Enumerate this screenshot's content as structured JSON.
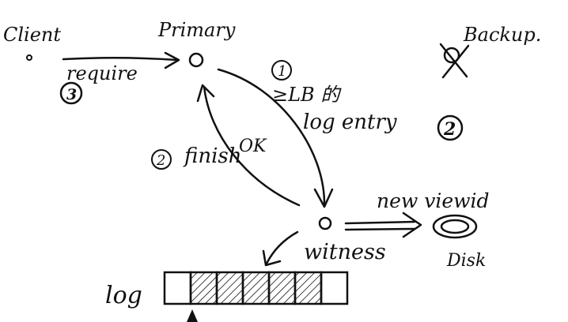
{
  "nodes": {
    "client": "Client",
    "primary": "Primary",
    "backup": "Backup.",
    "witness": "witness",
    "disk": "Disk",
    "log": "log"
  },
  "edges": {
    "require": "require",
    "step1_line1": "≥LB 的",
    "step1_line2": "log entry",
    "finish": "finish",
    "ok": "OK",
    "new_view": "new viewid"
  },
  "markers": {
    "step1": "1",
    "step2_finish": "2",
    "step2_backup": "2",
    "step3": "3"
  },
  "log": {
    "total_cells": 7,
    "hatched_cells": [
      1,
      2,
      3,
      4,
      5
    ]
  },
  "colors": {
    "ink": "#111111",
    "background": "#ffffff"
  }
}
